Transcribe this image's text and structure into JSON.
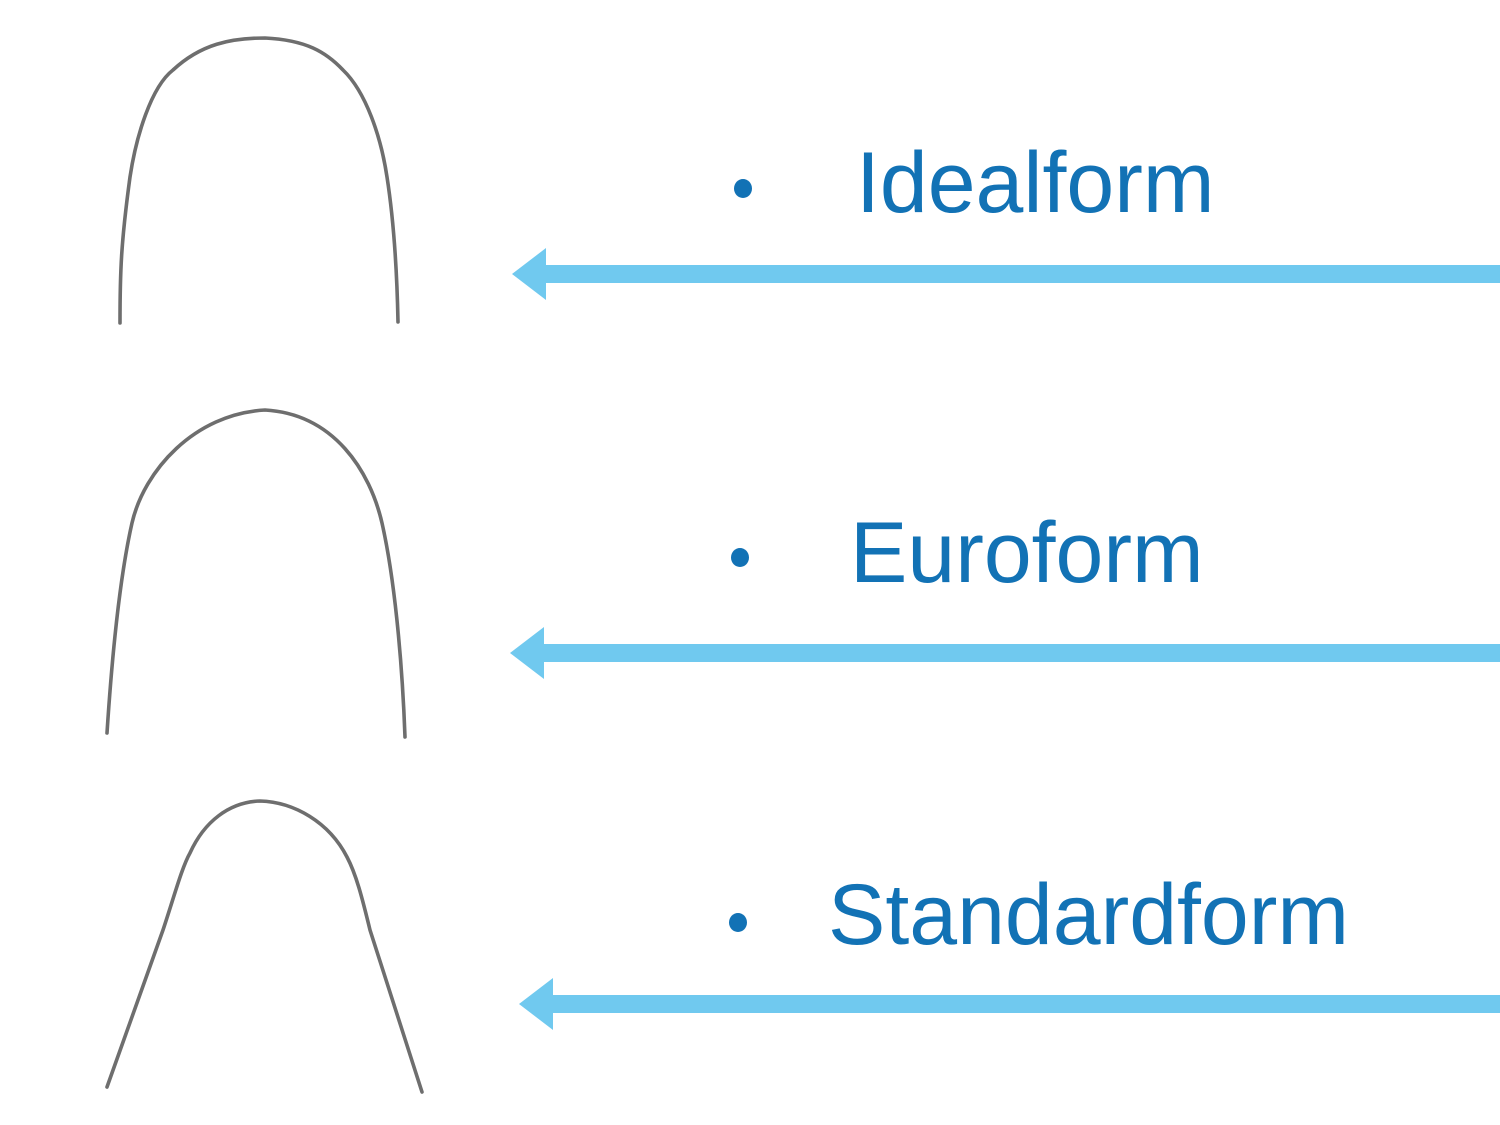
{
  "slide": {
    "bullet_glyph": "",
    "items": [
      {
        "label": "Idealform",
        "wire_shape": "idealform-archwire"
      },
      {
        "label": "Euroform",
        "wire_shape": "euroform-archwire"
      },
      {
        "label": "Standardform",
        "wire_shape": "standardform-archwire"
      }
    ]
  },
  "colors": {
    "label_blue": "#1272b5",
    "arrow_blue": "#70c9ef",
    "wire_gray": "#6e6e6e",
    "background": "#ffffff"
  }
}
